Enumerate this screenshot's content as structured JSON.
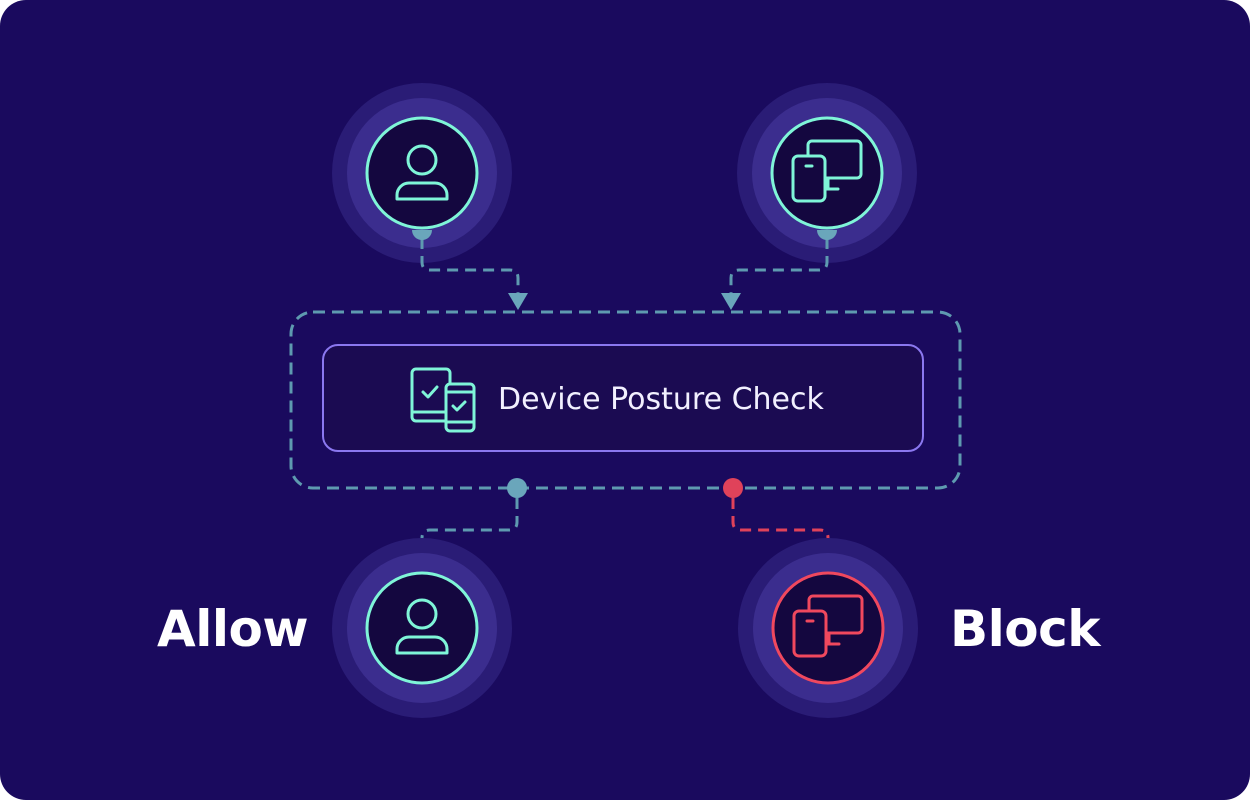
{
  "check": {
    "title": "Device Posture Check"
  },
  "outcomes": {
    "allow": "Allow",
    "block": "Block"
  },
  "icons": {
    "top_left": "user-icon",
    "top_right": "devices-icon",
    "center": "device-check-icon",
    "bottom_left": "user-icon",
    "bottom_right": "devices-icon"
  },
  "colors": {
    "background": "#1a0a5e",
    "teal": "#7ff5d8",
    "red": "#f0485e",
    "connector": "#5e9ab0",
    "purple_border": "#8b78f0"
  }
}
